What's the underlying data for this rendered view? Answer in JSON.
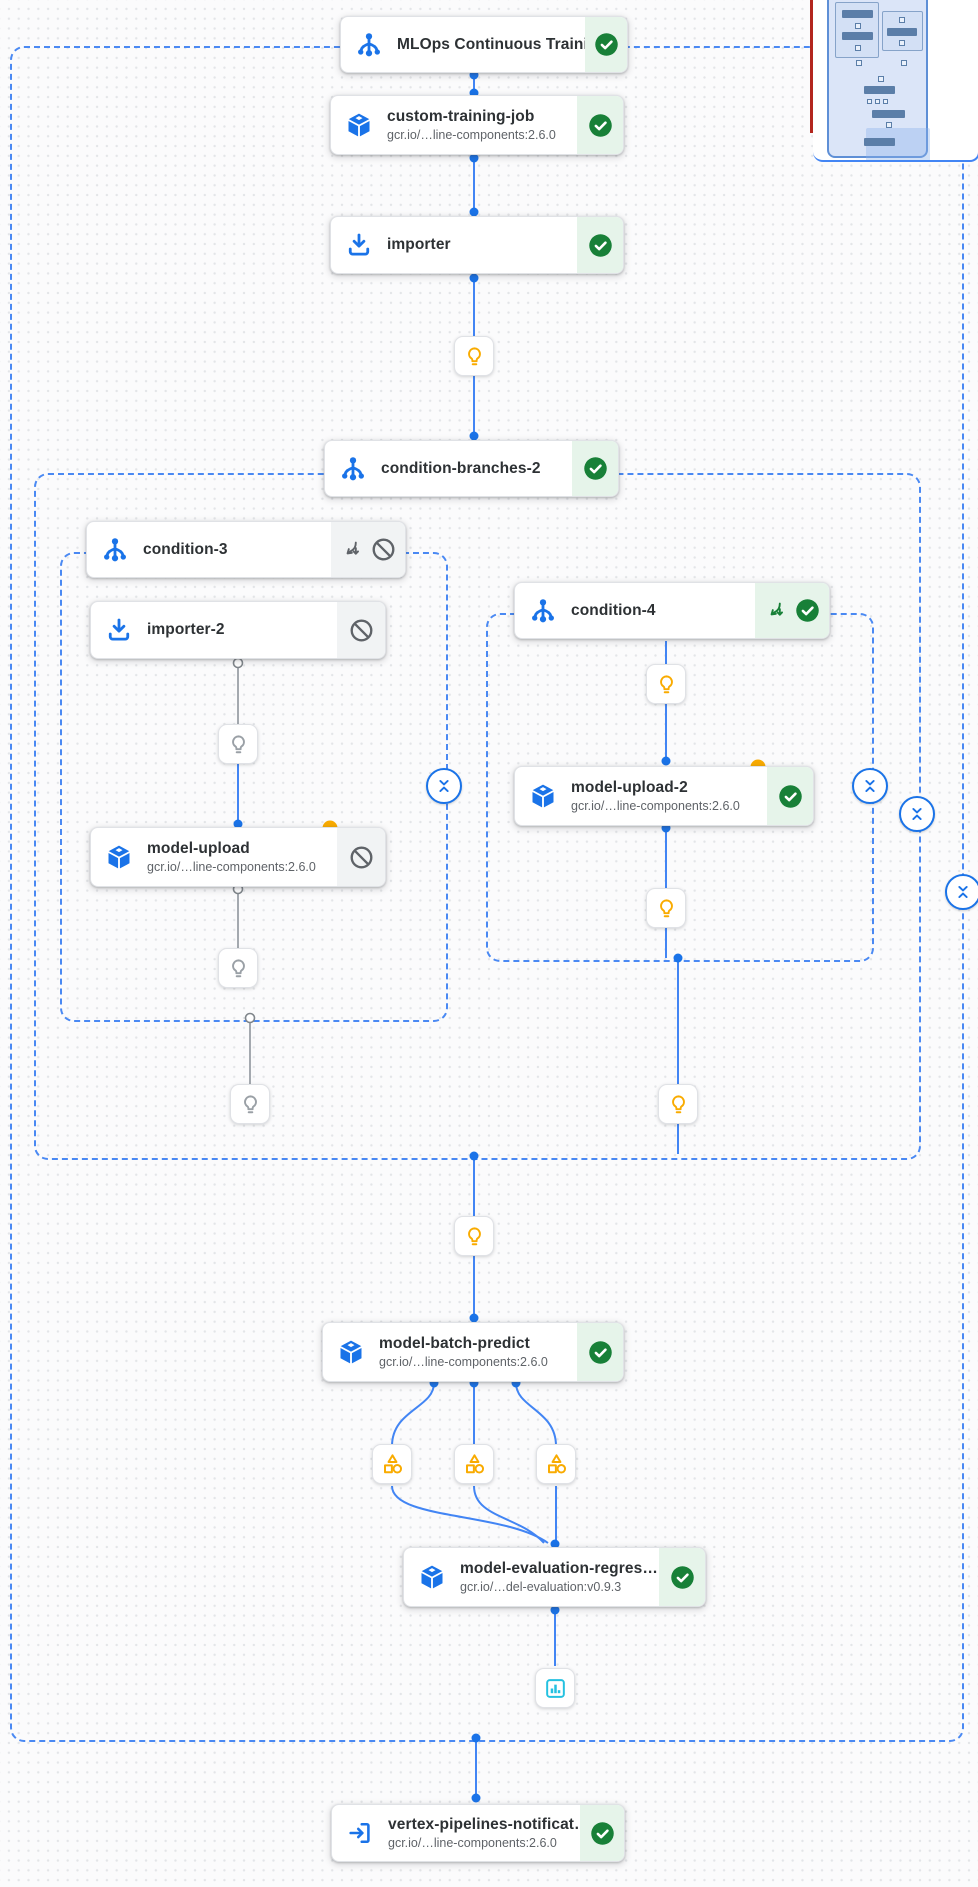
{
  "nodes": {
    "pipeline_header": {
      "title": "MLOps Continuous Traini…"
    },
    "custom_training_job": {
      "title": "custom-training-job",
      "subtitle": "gcr.io/…line-components:2.6.0"
    },
    "importer": {
      "title": "importer"
    },
    "condition_branches_2": {
      "title": "condition-branches-2"
    },
    "condition_3": {
      "title": "condition-3"
    },
    "importer_2": {
      "title": "importer-2"
    },
    "model_upload": {
      "title": "model-upload",
      "subtitle": "gcr.io/…line-components:2.6.0"
    },
    "condition_4": {
      "title": "condition-4"
    },
    "model_upload_2": {
      "title": "model-upload-2",
      "subtitle": "gcr.io/…line-components:2.6.0"
    },
    "model_batch_predict": {
      "title": "model-batch-predict",
      "subtitle": "gcr.io/…line-components:2.6.0"
    },
    "model_evaluation_regression": {
      "title": "model-evaluation-regres…",
      "subtitle": "gcr.io/…del-evaluation:v0.9.3"
    },
    "vertex_pipelines_notification": {
      "title": "vertex-pipelines-notificat…",
      "subtitle": "gcr.io/…line-components:2.6.0"
    }
  },
  "icons": {
    "succeeded": "check-circle",
    "skipped": "blocked-circle",
    "sub_dag": "branch-arrows",
    "condition_output": "lightbulb",
    "artifact": "artifact-shapes",
    "metrics": "bar-chart"
  },
  "colors": {
    "edge_blue": "#4285f4",
    "edge_gray": "#9aa0a6",
    "accent_blue": "#1a73e8",
    "success_green": "#188038",
    "success_bg": "#e6f4ea",
    "skipped_bg": "#f1f3f4",
    "warning_amber": "#f9ab00",
    "metrics_cyan": "#24c1e0",
    "minimap_red": "#b3261e"
  }
}
